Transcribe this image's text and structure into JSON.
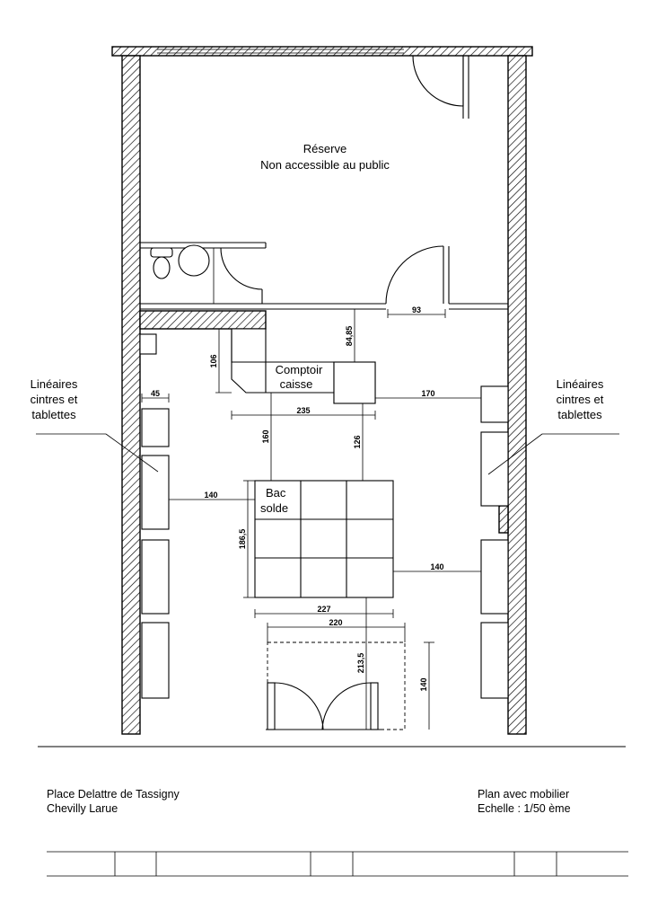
{
  "plan": {
    "room_reserve": "Réserve",
    "room_reserve_note": "Non accessible au public",
    "comptoir_line1": "Comptoir",
    "comptoir_line2": "caisse",
    "bac_line1": "Bac",
    "bac_line2": "solde",
    "lineaires_left": [
      "Linéaires",
      "cintres et",
      "tablettes"
    ],
    "lineaires_right": [
      "Linéaires",
      "cintres et",
      "tablettes"
    ]
  },
  "dimensions": {
    "door_width": "93",
    "comptoir_to_wall": "84,85",
    "comptoir_height": "106",
    "comptoir_to_right": "170",
    "comptoir_width": "235",
    "shelf_depth": "45",
    "comptoir_to_bac_left": "160",
    "comptoir_to_bac_right": "126",
    "bac_to_left": "140",
    "bac_height": "186,5",
    "bac_to_right": "140",
    "bac_width": "227",
    "entrance_width": "220",
    "bac_to_entrance": "213,5",
    "entrance_depth": "140"
  },
  "footer": {
    "address_line1": "Place Delattre de Tassigny",
    "address_line2": "Chevilly Larue",
    "title_line1": "Plan avec mobilier",
    "title_line2": "Echelle : 1/50 ème"
  }
}
